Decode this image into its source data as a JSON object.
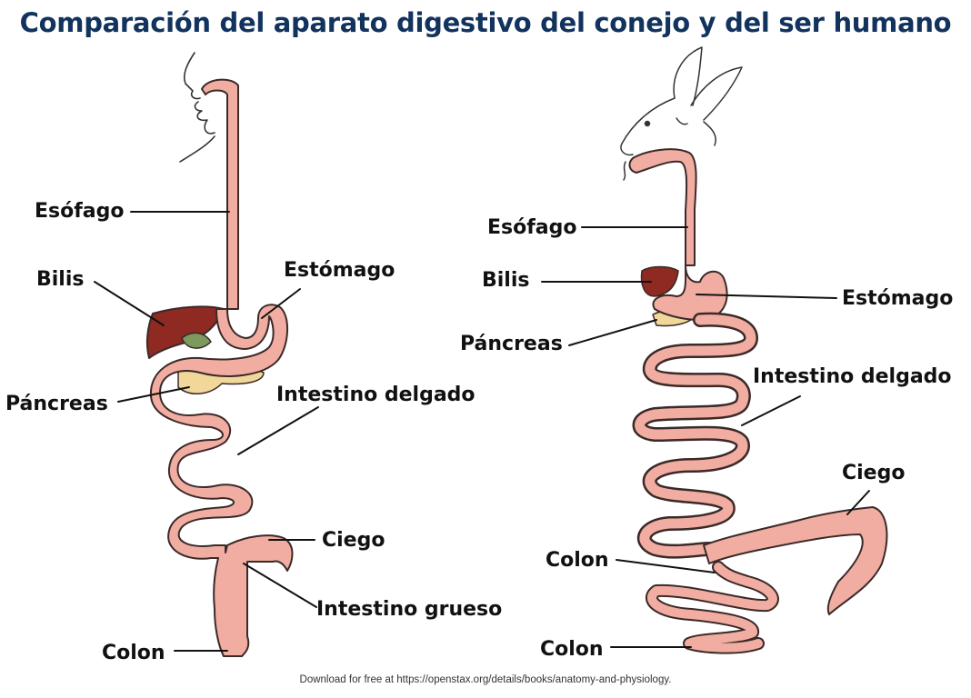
{
  "title": "Comparación del aparato digestivo del conejo y del ser humano",
  "credit": "Download for free at https://openstax.org/details/books/anatomy-and-physiology.",
  "colors": {
    "title": "#12335e",
    "tract": "#f2ada2",
    "outline": "#3a2a28",
    "liver": "#8e2a22",
    "gallbladder": "#7d9a5e",
    "pancreas": "#f1d79a"
  },
  "human": {
    "labels": {
      "esofago": "Esófago",
      "bilis": "Bilis",
      "estomago": "Estómago",
      "pancreas": "Páncreas",
      "intestino_delgado": "Intestino delgado",
      "ciego": "Ciego",
      "intestino_grueso": "Intestino grueso",
      "colon": "Colon"
    }
  },
  "rabbit": {
    "labels": {
      "esofago": "Esófago",
      "bilis": "Bilis",
      "estomago": "Estómago",
      "pancreas": "Páncreas",
      "intestino_delgado": "Intestino delgado",
      "ciego": "Ciego",
      "colon_1": "Colon",
      "colon_2": "Colon"
    }
  }
}
